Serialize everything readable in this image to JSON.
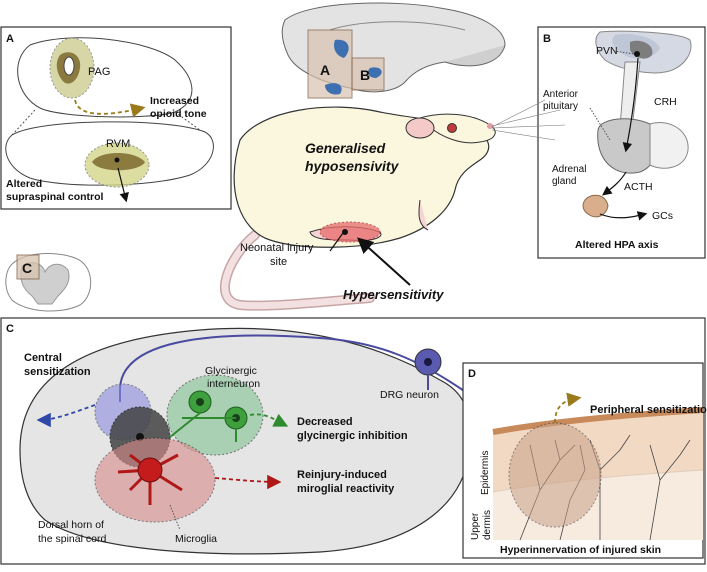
{
  "panel_a": {
    "letter": "A",
    "pag_label": "PAG",
    "rvm_label": "RVM",
    "increased_line1": "Increased",
    "increased_line2": "opioid tone",
    "altered_line1": "Altered",
    "altered_line2": "supraspinal control"
  },
  "brain": {
    "label_a": "A",
    "label_b": "B"
  },
  "panel_b": {
    "letter": "B",
    "pvn": "PVN",
    "anterior": "Anterior",
    "pituitary": "pituitary",
    "crh": "CRH",
    "adrenal": "Adrenal",
    "gland": "gland",
    "acth": "ACTH",
    "gcs": "GCs",
    "caption": "Altered HPA axis"
  },
  "rat": {
    "general_line1": "Generalised",
    "general_line2": "hyposensivity",
    "injury_line1": "Neonatal injury",
    "injury_line2": "site",
    "hyper": "Hypersensitivity"
  },
  "cord_inset": {
    "label": "C"
  },
  "panel_c": {
    "letter": "C",
    "central_line1": "Central",
    "central_line2": "sensitization",
    "gly_line1": "Glycinergic",
    "gly_line2": "interneuron",
    "drg": "DRG neuron",
    "decreased_line1": "Decreased",
    "decreased_line2": "glycinergic inhibition",
    "reinjury_line1": "Reinjury-induced",
    "reinjury_line2": "miroglial reactivity",
    "dorsal_line1": "Dorsal horn of",
    "dorsal_line2": "the spinal cord",
    "microglia": "Microglia"
  },
  "panel_d": {
    "letter": "D",
    "peripheral": "Peripheral sensitization",
    "epidermis": "Epidermis",
    "upper": "Upper",
    "dermis": "dermis",
    "caption": "Hyperinnervation of injured skin"
  },
  "colors": {
    "sensitization_blue": "#2f47a8",
    "glycinergic_green": "#2e8b2e",
    "microglia_red": "#b01818",
    "pag_brown": "#8a6d1a",
    "skin_tan": "#e8c9ae"
  }
}
